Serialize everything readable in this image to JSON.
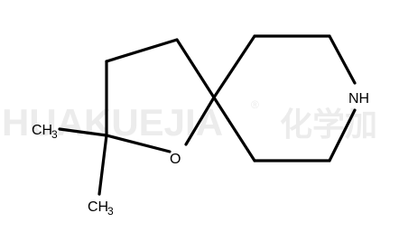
{
  "watermark": {
    "latin": "HUAKUEJIA",
    "registered": "®",
    "cjk": "化学加"
  },
  "atoms": {
    "nh": "NH",
    "o": "O",
    "methyl_upper": {
      "main": "CH",
      "sub": "3"
    },
    "methyl_lower": {
      "main": "CH",
      "sub": "3"
    }
  }
}
